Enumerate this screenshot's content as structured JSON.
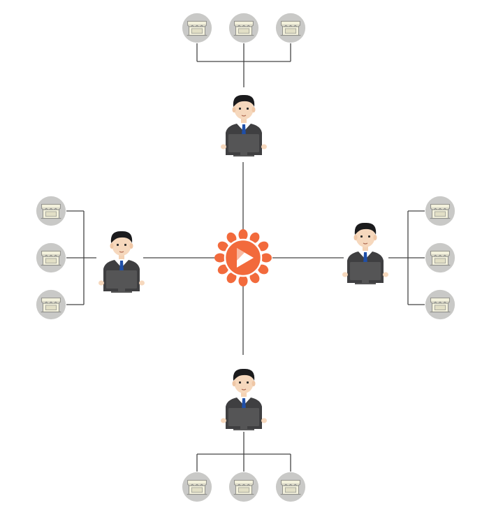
{
  "diagram": {
    "hub": {
      "icon": "play-sun-logo-icon",
      "color": "#f26a3c"
    },
    "operators": [
      {
        "position": "top",
        "icon": "businessman-at-computer-icon"
      },
      {
        "position": "left",
        "icon": "businessman-at-computer-icon"
      },
      {
        "position": "right",
        "icon": "businessman-at-computer-icon"
      },
      {
        "position": "bottom",
        "icon": "businessman-at-computer-icon"
      }
    ],
    "stores_per_operator": 3,
    "store_icon": "storefront-icon",
    "colors": {
      "line": "#444444",
      "store_circle": "#c9c9c7",
      "store_fill": "#f3f1dc",
      "suit": "#3f3f41",
      "tie": "#1f4fa8",
      "monitor": "#555556"
    }
  }
}
